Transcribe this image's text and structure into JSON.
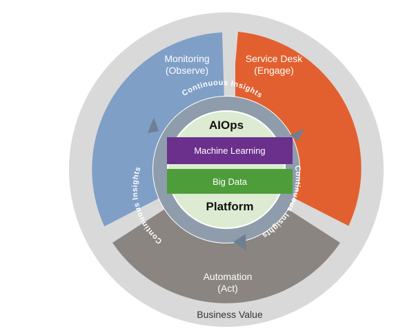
{
  "segments": {
    "monitoring": {
      "line1": "Monitoring",
      "line2": "(Observe)"
    },
    "service_desk": {
      "line1": "Service Desk",
      "line2": "(Engage)"
    },
    "automation": {
      "line1": "Automation",
      "line2": "(Act)"
    }
  },
  "ring": {
    "top": "Continuous Insights",
    "right": "Continuous Insights",
    "left": "Continuous Insights"
  },
  "core": {
    "title": "AIOps",
    "machine_learning": "Machine Learning",
    "big_data": "Big Data",
    "platform": "Platform"
  },
  "footer": {
    "label": "Business Value"
  },
  "colors": {
    "outer_ring": "#d9d9d9",
    "monitoring": "#7f9fc7",
    "service_desk": "#e2602f",
    "automation": "#8a8580",
    "insight_ring": "#8f9cab",
    "core_fill": "#dcebd1",
    "machine_learning": "#6b2f8c",
    "big_data": "#4e9d3b"
  }
}
